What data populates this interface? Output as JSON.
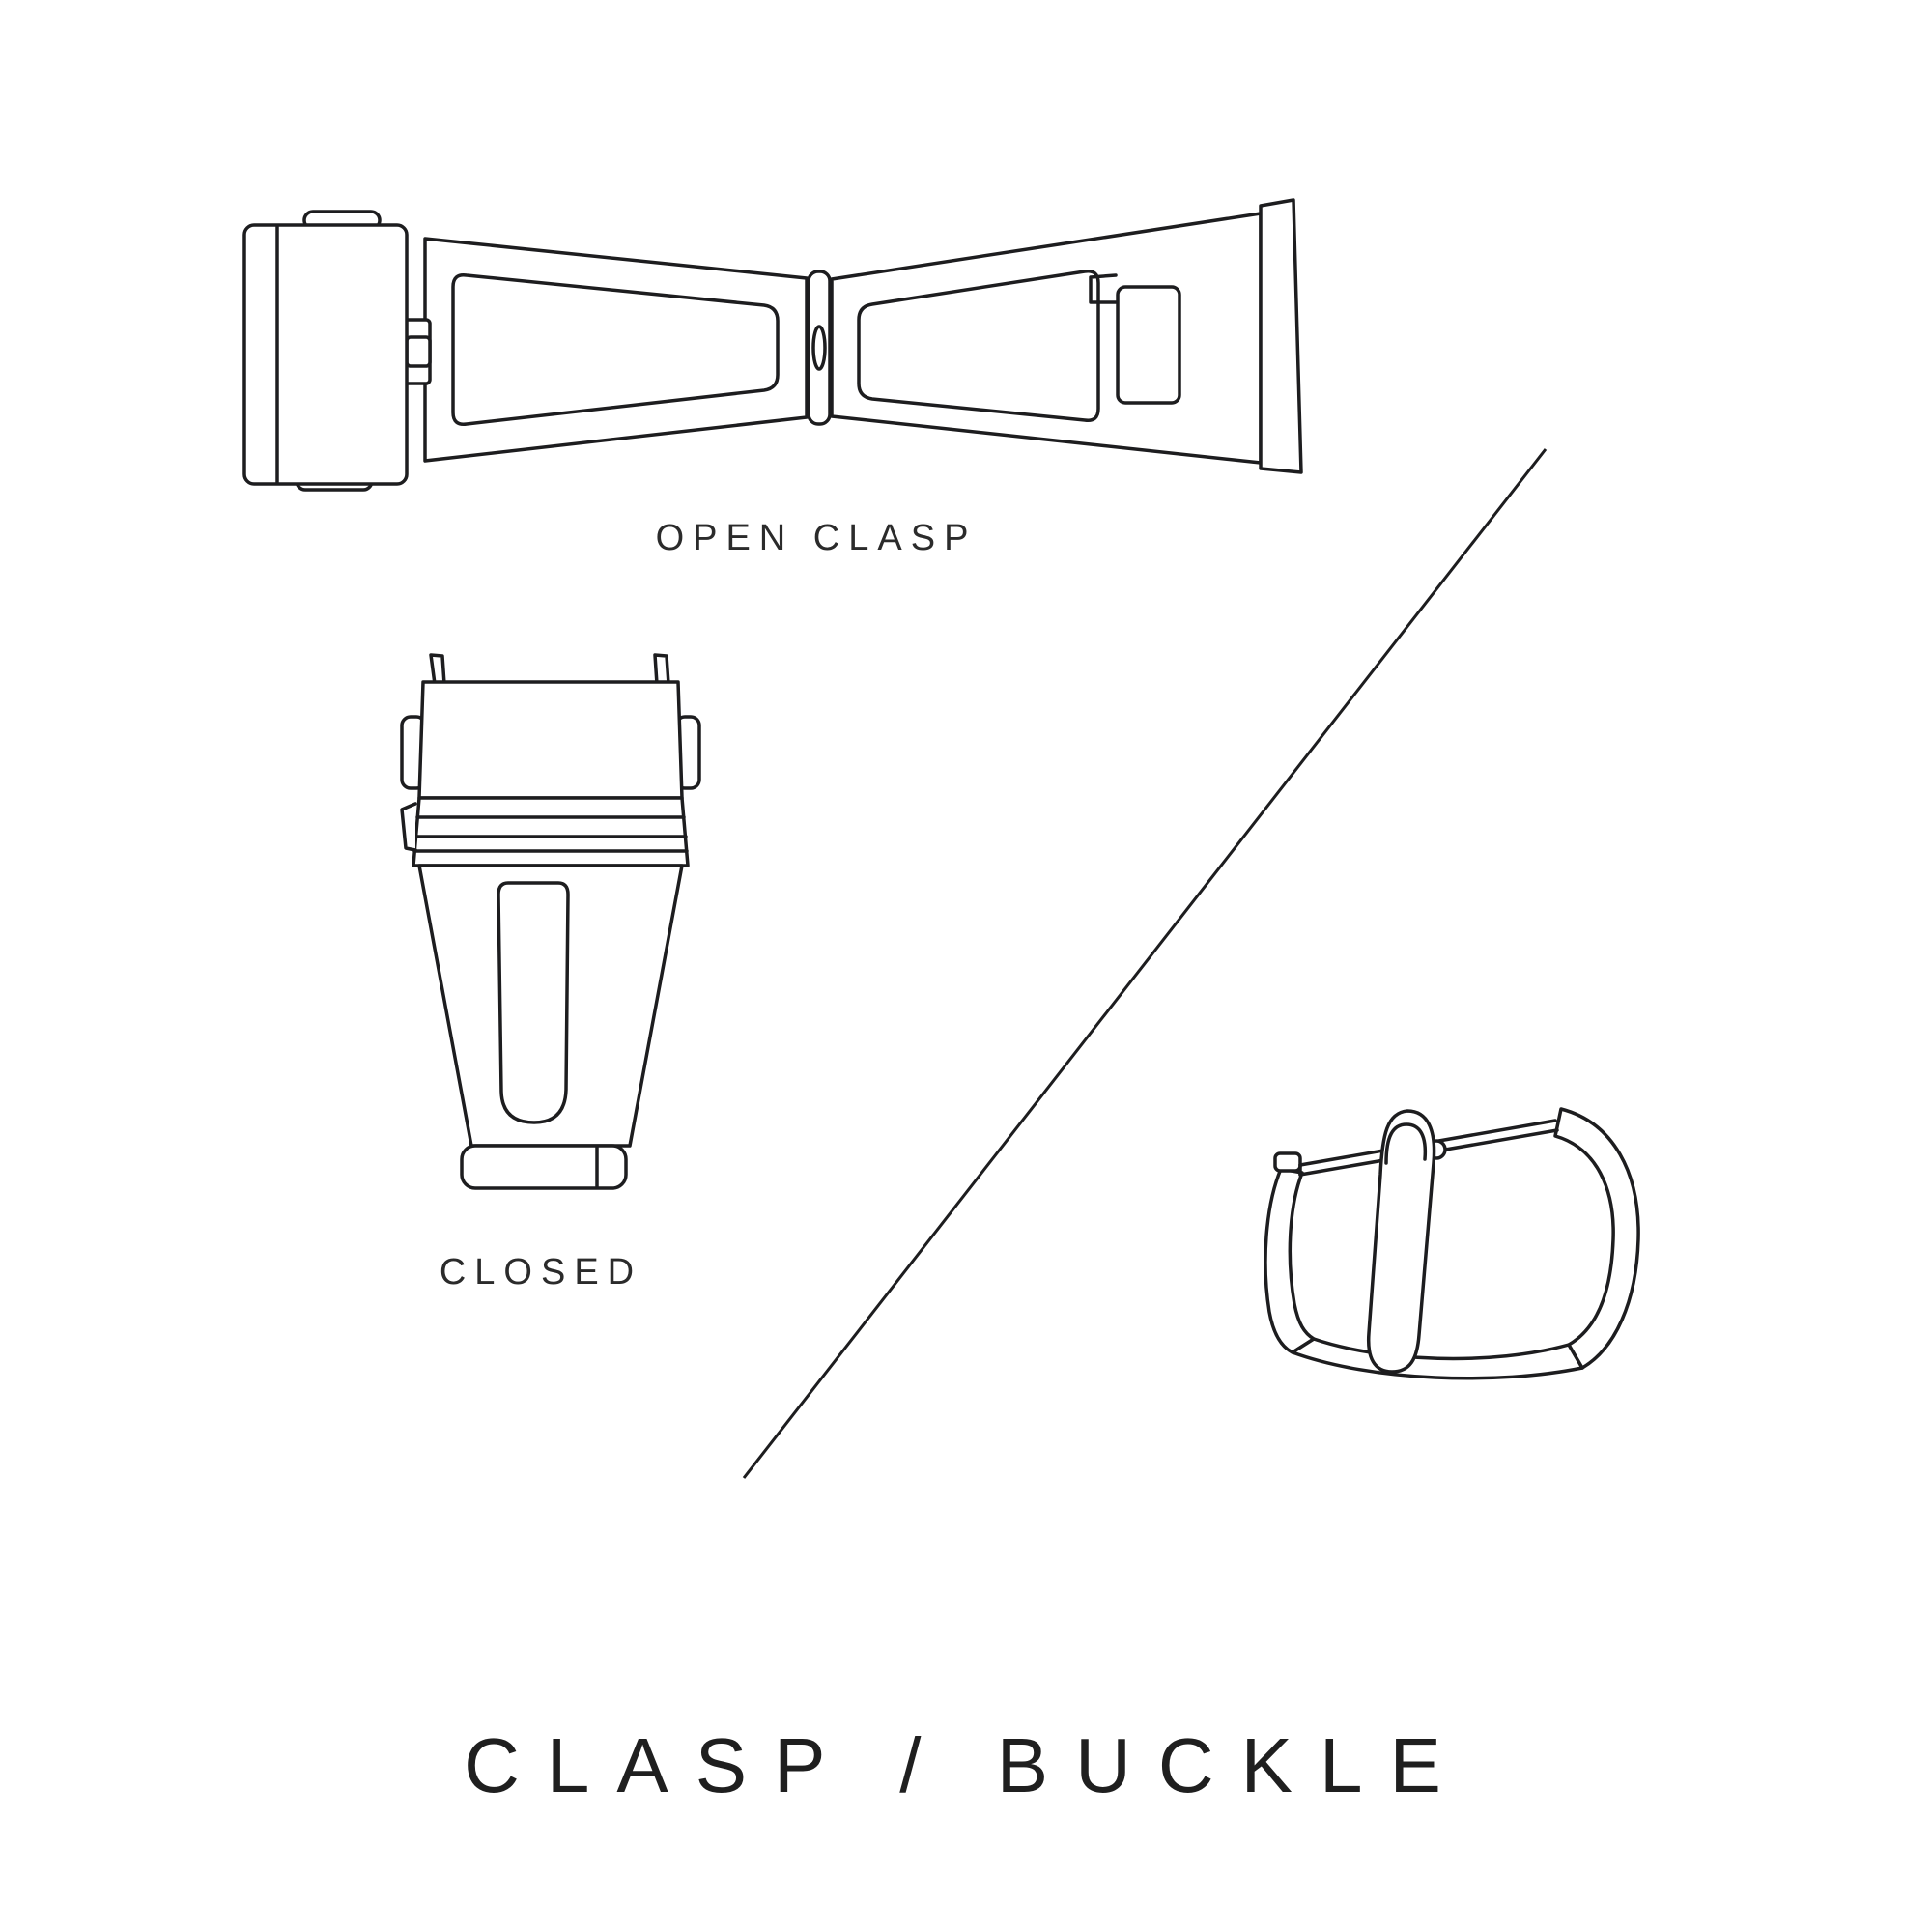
{
  "page": {
    "title": "CLASP / BUCKLE",
    "background_color": "#ffffff",
    "line_color": "#1d1d1f",
    "text_color": "#2b2b2b"
  },
  "figures": {
    "open_clasp": {
      "label": "OPEN CLASP",
      "icon": "open-clasp-illustration"
    },
    "closed_clasp": {
      "label": "CLOSED",
      "icon": "closed-clasp-illustration"
    },
    "buckle": {
      "icon": "tang-buckle-illustration"
    }
  },
  "divider": {
    "icon": "diagonal-divider-line"
  }
}
